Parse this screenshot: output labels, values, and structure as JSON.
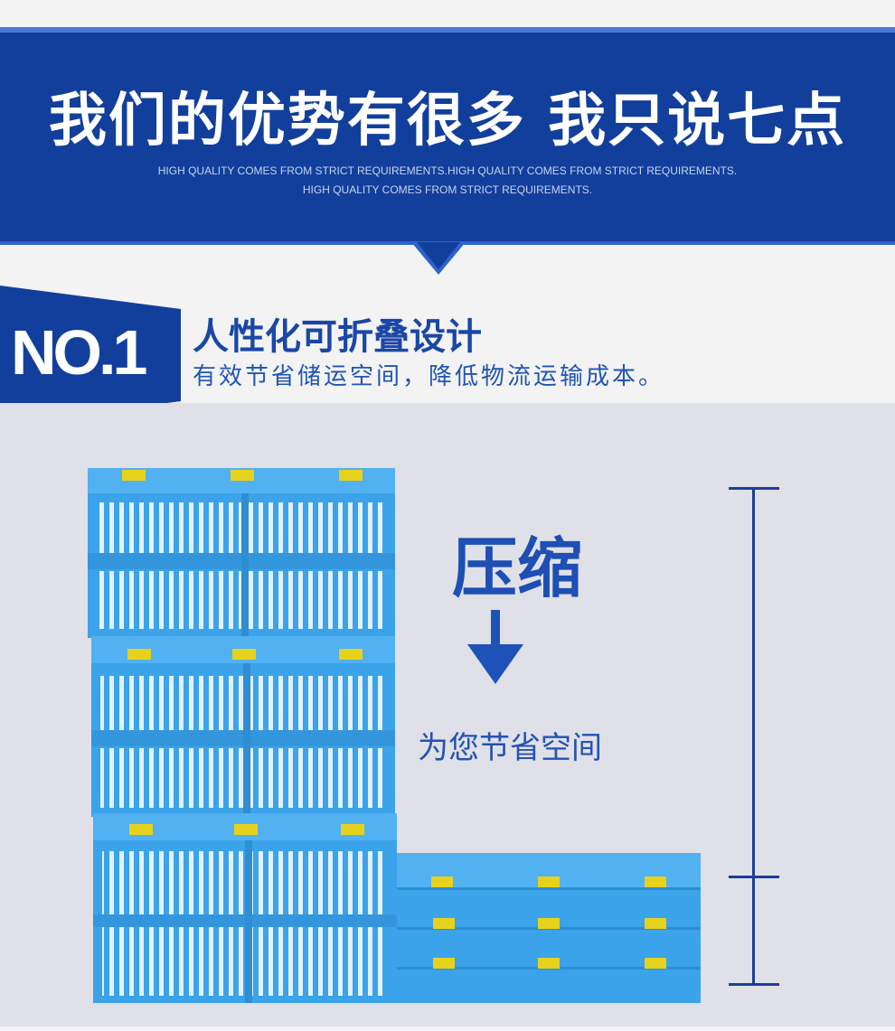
{
  "header": {
    "headline": "我们的优势有很多 我只说七点",
    "subline_1": "HIGH QUALITY COMES FROM STRICT REQUIREMENTS.HIGH QUALITY COMES FROM STRICT REQUIREMENTS.",
    "subline_2": "HIGH QUALITY COMES FROM STRICT REQUIREMENTS."
  },
  "feature": {
    "number": "NO.1",
    "title": "人性化可折叠设计",
    "subtitle": "有效节省储运空间，降低物流运输成本。"
  },
  "illustration": {
    "compress_label": "压缩",
    "save_label": "为您节省空间"
  },
  "colors": {
    "banner": "#123f9c",
    "accent": "#1d4fb4",
    "crate": "#3aa3ea",
    "latch": "#e6d21c",
    "panel": "#dfe0e8"
  }
}
